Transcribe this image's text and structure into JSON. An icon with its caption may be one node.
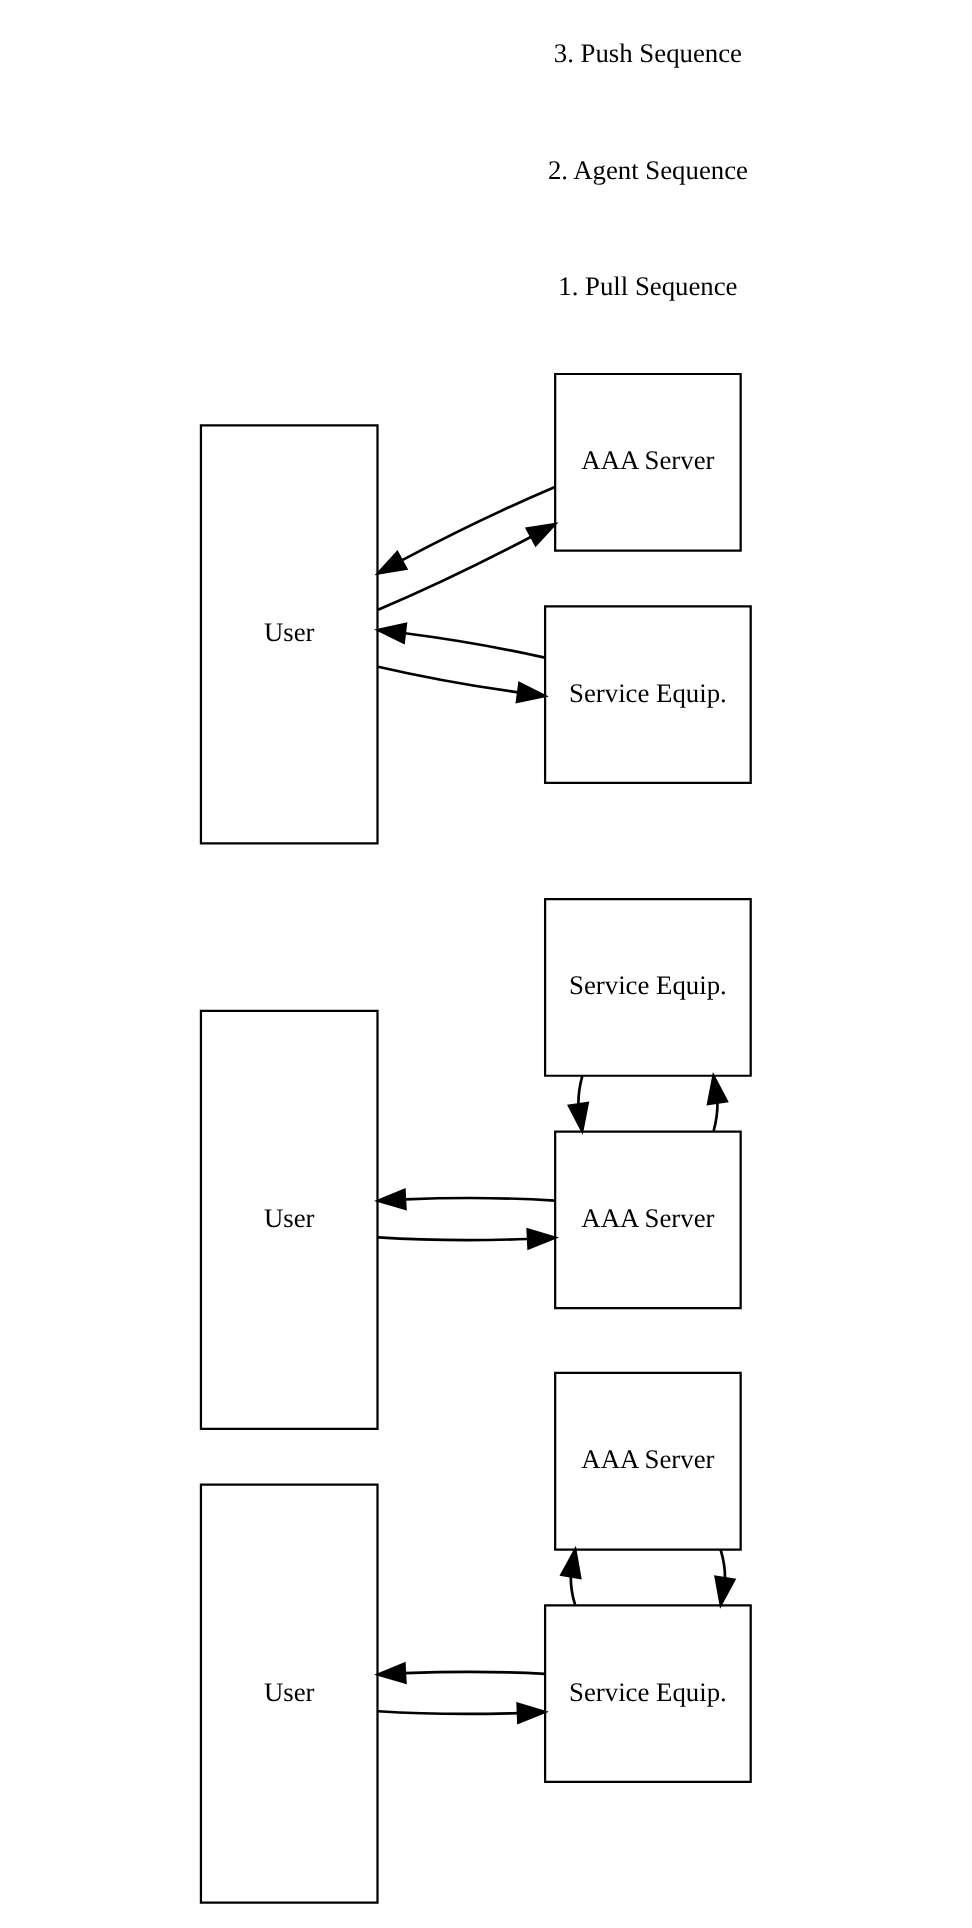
{
  "diagram": {
    "nodes": [
      {
        "text": [
          "User"
        ]
      },
      {
        "text": [
          "AAA Server"
        ]
      },
      {
        "text": [
          "Service Equip."
        ]
      },
      {
        "text": [
          "User"
        ]
      },
      {
        "text": [
          "AAA Server"
        ]
      },
      {
        "text": [
          "Service Equip."
        ]
      },
      {
        "text": [
          "User"
        ]
      },
      {
        "text": [
          "AAA Server"
        ]
      },
      {
        "text": [
          "Service Equip."
        ]
      }
    ],
    "edges": [
      {
        "from": 1,
        "to": 2,
        "arrow": "to"
      },
      {
        "from": 2,
        "to": 1,
        "arrow": "to"
      },
      {
        "from": 0,
        "to": 2,
        "arrow": "to"
      },
      {
        "from": 2,
        "to": 0,
        "arrow": "to"
      },
      {
        "from": 3,
        "to": 4,
        "arrow": "to"
      },
      {
        "from": 4,
        "to": 3,
        "arrow": "to"
      },
      {
        "from": 4,
        "to": 5,
        "arrow": "to"
      },
      {
        "from": 5,
        "to": 4,
        "arrow": "to"
      },
      {
        "from": 6,
        "to": 7,
        "arrow": "to"
      },
      {
        "from": 7,
        "to": 6,
        "arrow": "to"
      },
      {
        "from": 6,
        "to": 8,
        "arrow": "to"
      },
      {
        "from": 8,
        "to": 6,
        "arrow": "to"
      }
    ],
    "labels": [
      "1. Pull Sequence",
      "2. Agent Sequence",
      "3. Push Sequence"
    ]
  }
}
